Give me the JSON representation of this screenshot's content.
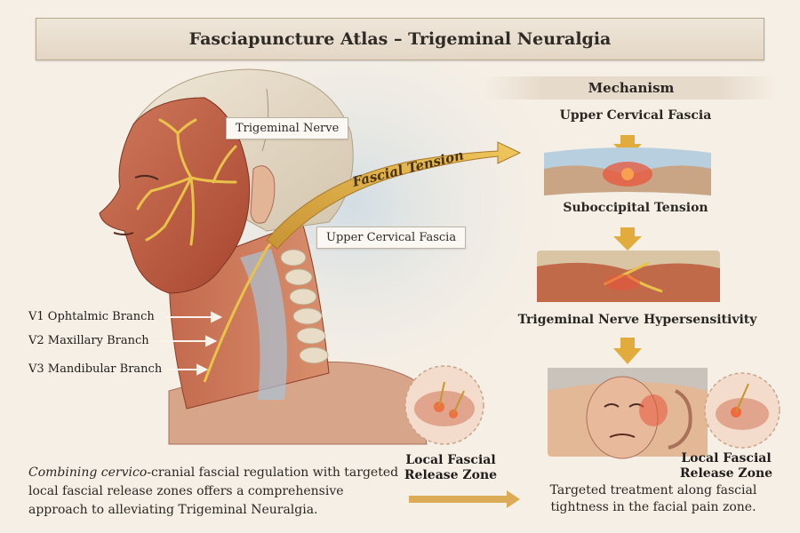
{
  "title": "Fasciapuncture Atlas – Trigeminal Neuralgia",
  "anatomy": {
    "trigeminal_label": "Trigeminal Nerve",
    "fascial_tension_label": "Fascial Tension",
    "upper_cervical_label": "Upper Cervical Fascia",
    "branches": [
      {
        "label": "V1 Ophtalmic Branch"
      },
      {
        "label": "V2 Maxillary Branch"
      },
      {
        "label": "V3 Mandibular Branch"
      }
    ]
  },
  "mechanism": {
    "header": "Mechanism",
    "steps": [
      {
        "title": "Upper Cervical Fascia"
      },
      {
        "title": "Suboccipital Tension"
      },
      {
        "title": "Trigeminal Nerve Hypersensitivity"
      }
    ]
  },
  "release_zone": {
    "left_label_line1": "Local Fascial",
    "left_label_line2": "Release Zone",
    "right_label_line1": "Local Fascial",
    "right_label_line2": "Release Zone"
  },
  "description": {
    "italic_part": "Combining cervico",
    "rest": "-cranial fascial regulation with targeted local fascial release zones offers a comprehensive approach to alleviating Trigeminal Neuralgia."
  },
  "treatment_text": "Targeted treatment along fascial tightness in the facial pain zone.",
  "colors": {
    "nerve": "#e9c24a",
    "arrow": "#d9a93c",
    "muscle": "#b9553f",
    "fascia_blue": "#a9c3d6",
    "skin": "#e8b99b",
    "pain": "#e8553a"
  }
}
